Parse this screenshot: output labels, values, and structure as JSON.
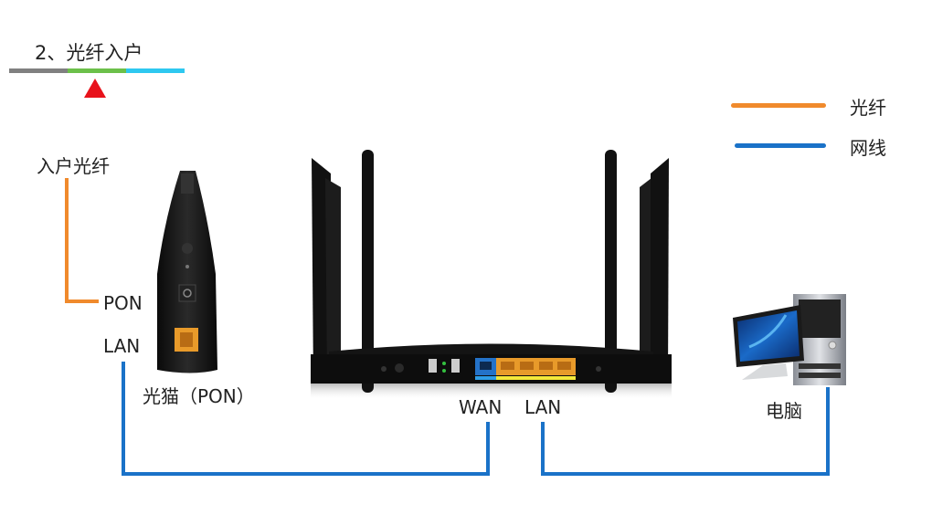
{
  "step": {
    "title": "2、光纤入户",
    "progress_colors": [
      "#808080",
      "#6cc04a",
      "#2ec8f0"
    ],
    "indicator_color": "#e8121b"
  },
  "legend": {
    "items": [
      {
        "label": "光纤",
        "color": "#f08a2c"
      },
      {
        "label": "网线",
        "color": "#1a72c8"
      }
    ]
  },
  "labels": {
    "fiber_in": "入户光纤",
    "pon": "PON",
    "lan_modem": "LAN",
    "modem": "光猫（PON）",
    "router_wan": "WAN",
    "router_lan": "LAN",
    "computer": "电脑"
  },
  "devices": {
    "modem": "optical-modem",
    "router": "wireless-router",
    "computer": "desktop-computer"
  }
}
